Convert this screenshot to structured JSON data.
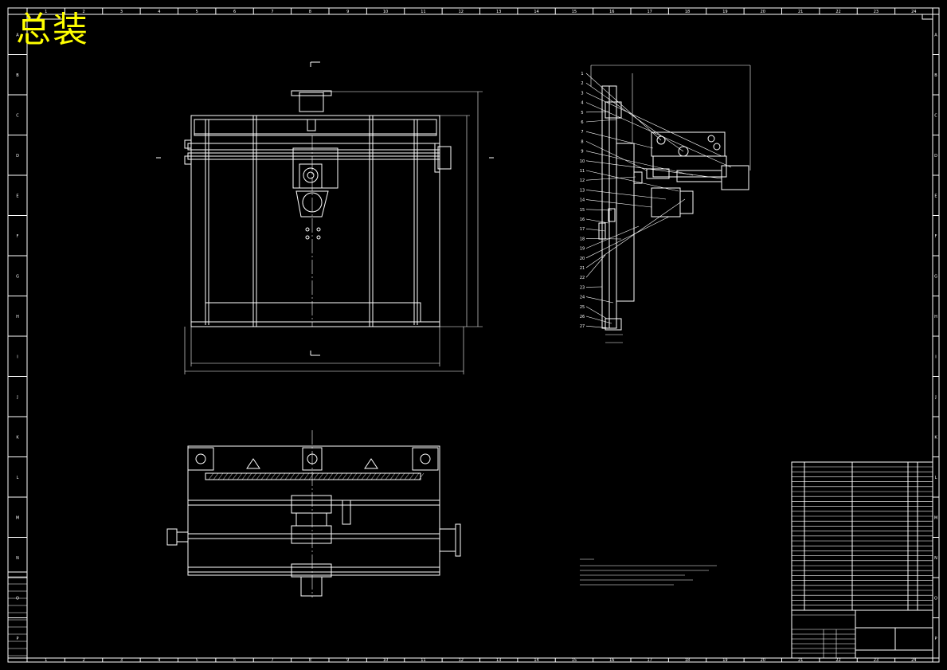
{
  "drawing": {
    "title": "总装",
    "colors": {
      "background": "#000000",
      "linework": "#ffffff",
      "title": "#ffff00",
      "aux": "#00ffff"
    },
    "border_x_labels": [
      "1",
      "2",
      "3",
      "4",
      "5",
      "6",
      "7",
      "8",
      "9",
      "10",
      "11",
      "12",
      "13",
      "14",
      "15",
      "16",
      "17",
      "18",
      "19",
      "20",
      "21",
      "22",
      "23",
      "24"
    ],
    "border_y_labels": [
      "A",
      "B",
      "C",
      "D",
      "E",
      "F",
      "G",
      "H",
      "I",
      "J",
      "K",
      "L",
      "M",
      "N",
      "O",
      "P"
    ],
    "part_numbers": [
      "1",
      "2",
      "3",
      "4",
      "5",
      "6",
      "7",
      "8",
      "9",
      "10",
      "11",
      "12",
      "13",
      "14",
      "15",
      "16",
      "17",
      "18",
      "19",
      "20",
      "21",
      "22",
      "23",
      "24",
      "25",
      "26",
      "27"
    ]
  }
}
